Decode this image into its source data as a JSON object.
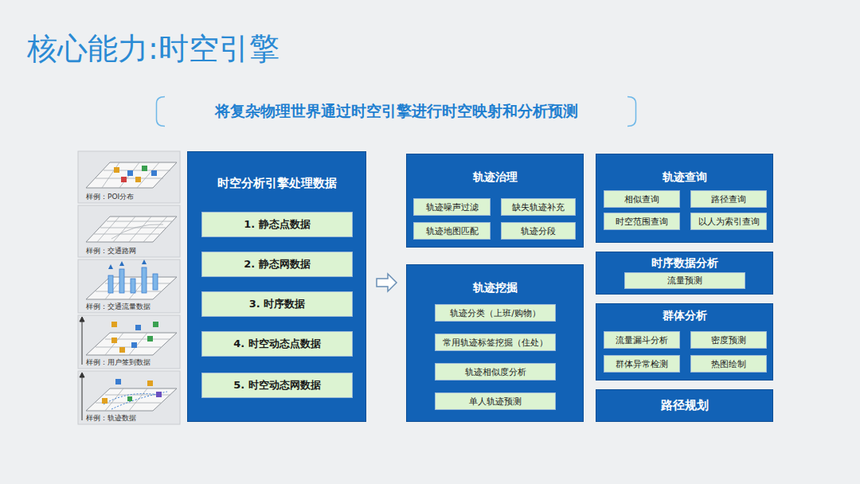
{
  "diagram": {
    "title": "核心能力:时空引擎",
    "nodes": [
      {
        "text": [
          "将复杂物理世界通过时空引擎进行时空映射和分析预测"
        ]
      },
      {
        "text": [
          "时空分析引擎处理数据"
        ]
      },
      {
        "text": [
          "1. 静态点数据"
        ],
        "in": 1
      },
      {
        "text": [
          "2. 静态网数据"
        ],
        "in": 1
      },
      {
        "text": [
          "3. 时序数据"
        ],
        "in": 1
      },
      {
        "text": [
          "4. 时空动态点数据"
        ],
        "in": 1
      },
      {
        "text": [
          "5. 时空动态网数据"
        ],
        "in": 1
      },
      {
        "text": [
          "轨迹治理"
        ]
      },
      {
        "text": [
          "轨迹噪声过滤"
        ],
        "in": 7
      },
      {
        "text": [
          "缺失轨迹补充"
        ],
        "in": 7
      },
      {
        "text": [
          "轨迹地图匹配"
        ],
        "in": 7
      },
      {
        "text": [
          "轨迹分段"
        ],
        "in": 7
      },
      {
        "text": [
          "轨迹挖掘"
        ]
      },
      {
        "text": [
          "轨迹分类（上班/购物）"
        ],
        "in": 12
      },
      {
        "text": [
          "常用轨迹标签挖掘（住处）"
        ],
        "in": 12
      },
      {
        "text": [
          "轨迹相似度分析"
        ],
        "in": 12
      },
      {
        "text": [
          "单人轨迹预测"
        ],
        "in": 12
      },
      {
        "text": [
          "轨迹查询"
        ]
      },
      {
        "text": [
          "相似查询"
        ],
        "in": 17
      },
      {
        "text": [
          "路径查询"
        ],
        "in": 17
      },
      {
        "text": [
          "时空范围查询"
        ],
        "in": 17
      },
      {
        "text": [
          "以人为索引查询"
        ],
        "in": 17
      },
      {
        "text": [
          "时序数据分析"
        ]
      },
      {
        "text": [
          "流量预测"
        ],
        "in": 22
      },
      {
        "text": [
          "群体分析"
        ]
      },
      {
        "text": [
          "流量漏斗分析"
        ],
        "in": 24
      },
      {
        "text": [
          "密度预测"
        ],
        "in": 24
      },
      {
        "text": [
          "群体异常检测"
        ],
        "in": 24
      },
      {
        "text": [
          "热图绘制"
        ],
        "in": 24
      },
      {
        "text": [
          "路径规划"
        ]
      }
    ],
    "labels": [
      "样例：POI分布",
      "样例：交通路网",
      "样例：交通流量数据",
      "样例：用户签到数据",
      "样例：轨迹数据"
    ]
  }
}
